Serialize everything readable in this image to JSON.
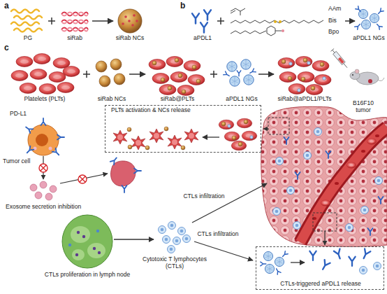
{
  "diagram": {
    "nodes": [
      {
        "text": [
          "PLTs activation & NCs release"
        ]
      },
      {
        "text": [
          "CTLs-triggered aPDL1 release"
        ]
      }
    ],
    "labels": [
      "a",
      "PG",
      "siRab",
      "siRab NCs",
      "b",
      "aPDL1",
      "AAm",
      "Bis",
      "Bpo",
      "aPDL1 NGs",
      "c",
      "Platelets (PLTs)",
      "siRab NCs",
      "siRab@PLTs",
      "aPDL1 NGs",
      "siRab@aPDL1/PLTs",
      "B16F10 tumor",
      "PD-L1",
      "Tumor cell",
      "Exosome secretion inhibition",
      "CTLs proliferation in lymph node",
      "Cytotoxic T lymphocytes (CTLs)",
      "CTLs infiltration",
      "CTLs infiltration"
    ]
  }
}
